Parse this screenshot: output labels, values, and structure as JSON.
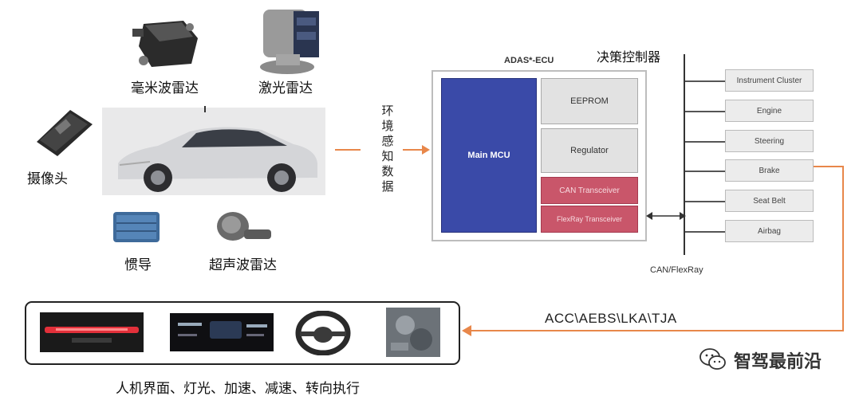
{
  "sensors": {
    "mmwave_radar": "毫米波雷达",
    "lidar": "激光雷达",
    "camera": "摄像头",
    "imu": "惯导",
    "ultrasonic_radar": "超声波雷达"
  },
  "env_data": [
    "环",
    "境",
    "感",
    "知",
    "数",
    "据"
  ],
  "ecu": {
    "title": "ADAS*-ECU",
    "decision_label": "决策控制器",
    "main_mcu": "Main MCU",
    "eeprom": "EEPROM",
    "regulator": "Regulator",
    "can_transceiver": "CAN Transceiver",
    "flexray_transceiver": "FlexRay Transceiver"
  },
  "bus_label": "CAN/FlexRay",
  "actuators": [
    "Instrument Cluster",
    "Engine",
    "Steering",
    "Brake",
    "Seat Belt",
    "Airbag"
  ],
  "functions_label": "ACC\\AEBS\\LKA\\TJA",
  "execution_label": "人机界面、灯光、加速、减速、转向执行",
  "watermark": "智驾最前沿",
  "colors": {
    "arrow": "#e8874a",
    "mcu": "#3a4aa8",
    "transceiver": "#c9566a",
    "bus": "#333333"
  }
}
